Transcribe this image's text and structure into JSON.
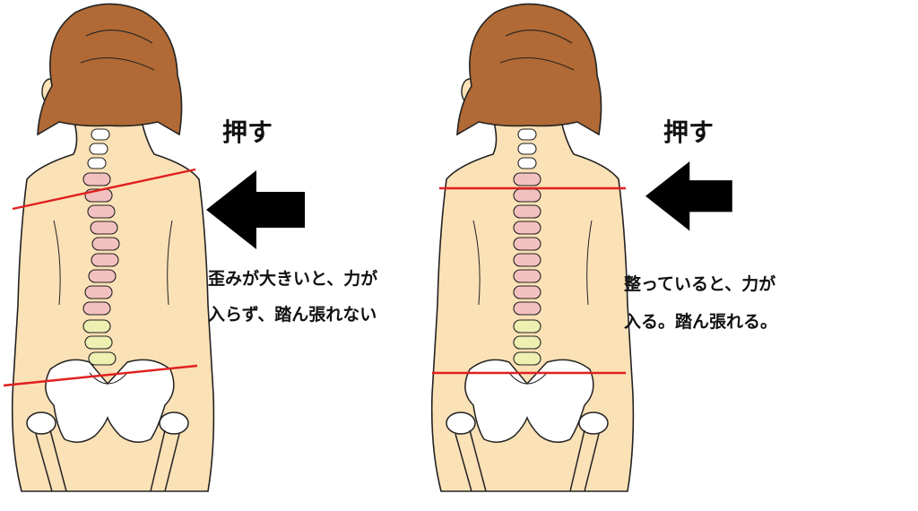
{
  "left": {
    "push_label": "押す",
    "caption_line1": "歪みが大きいと、力が",
    "caption_line2": "入らず、踏ん張れない"
  },
  "right": {
    "push_label": "押す",
    "caption_line1": "整っていると、力が",
    "caption_line2": "入る。踏ん張れる。"
  },
  "colors": {
    "skin": "#fbe1b6",
    "hair": "#b16a35",
    "line_red": "#e02020",
    "vertebra_upper": "#f3c0c0",
    "vertebra_lower": "#eef0b2",
    "bone": "#ffffff",
    "arrow": "#000000"
  }
}
